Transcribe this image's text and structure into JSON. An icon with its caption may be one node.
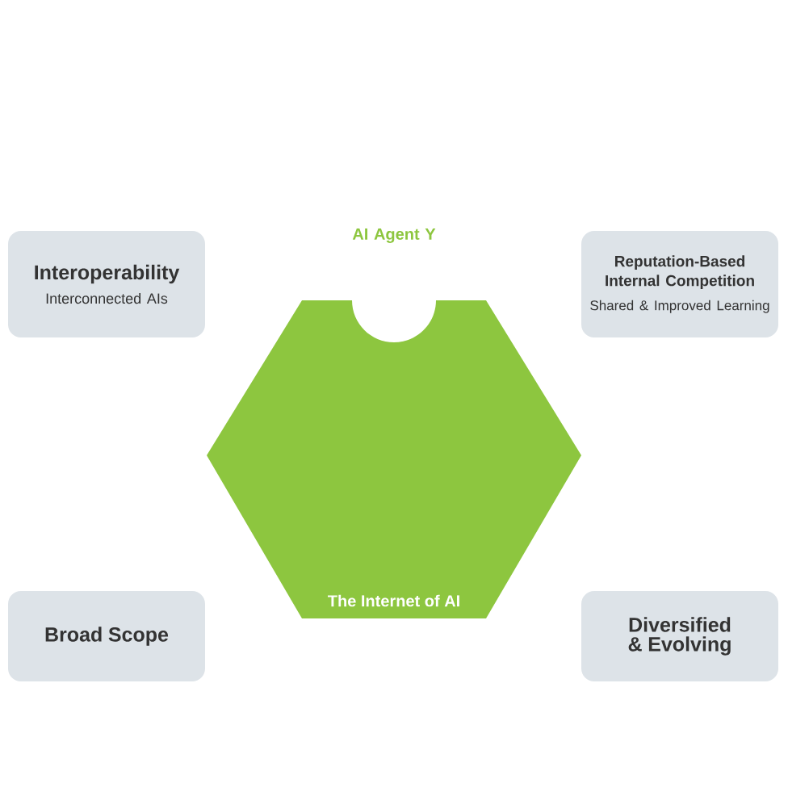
{
  "diagram": {
    "nodes": [
      {
        "text": [
          "Interoperability",
          "Interconnected AIs"
        ]
      },
      {
        "text": [
          "Reputation-Based Internal Competition",
          "Shared & Improved Learning"
        ]
      },
      {
        "text": [
          "The Internet of AI"
        ]
      },
      {
        "text": [
          "Broad Scope"
        ]
      },
      {
        "text": [
          "Diversified & Evolving"
        ]
      }
    ],
    "labels": [
      "AI Agent Y"
    ]
  }
}
